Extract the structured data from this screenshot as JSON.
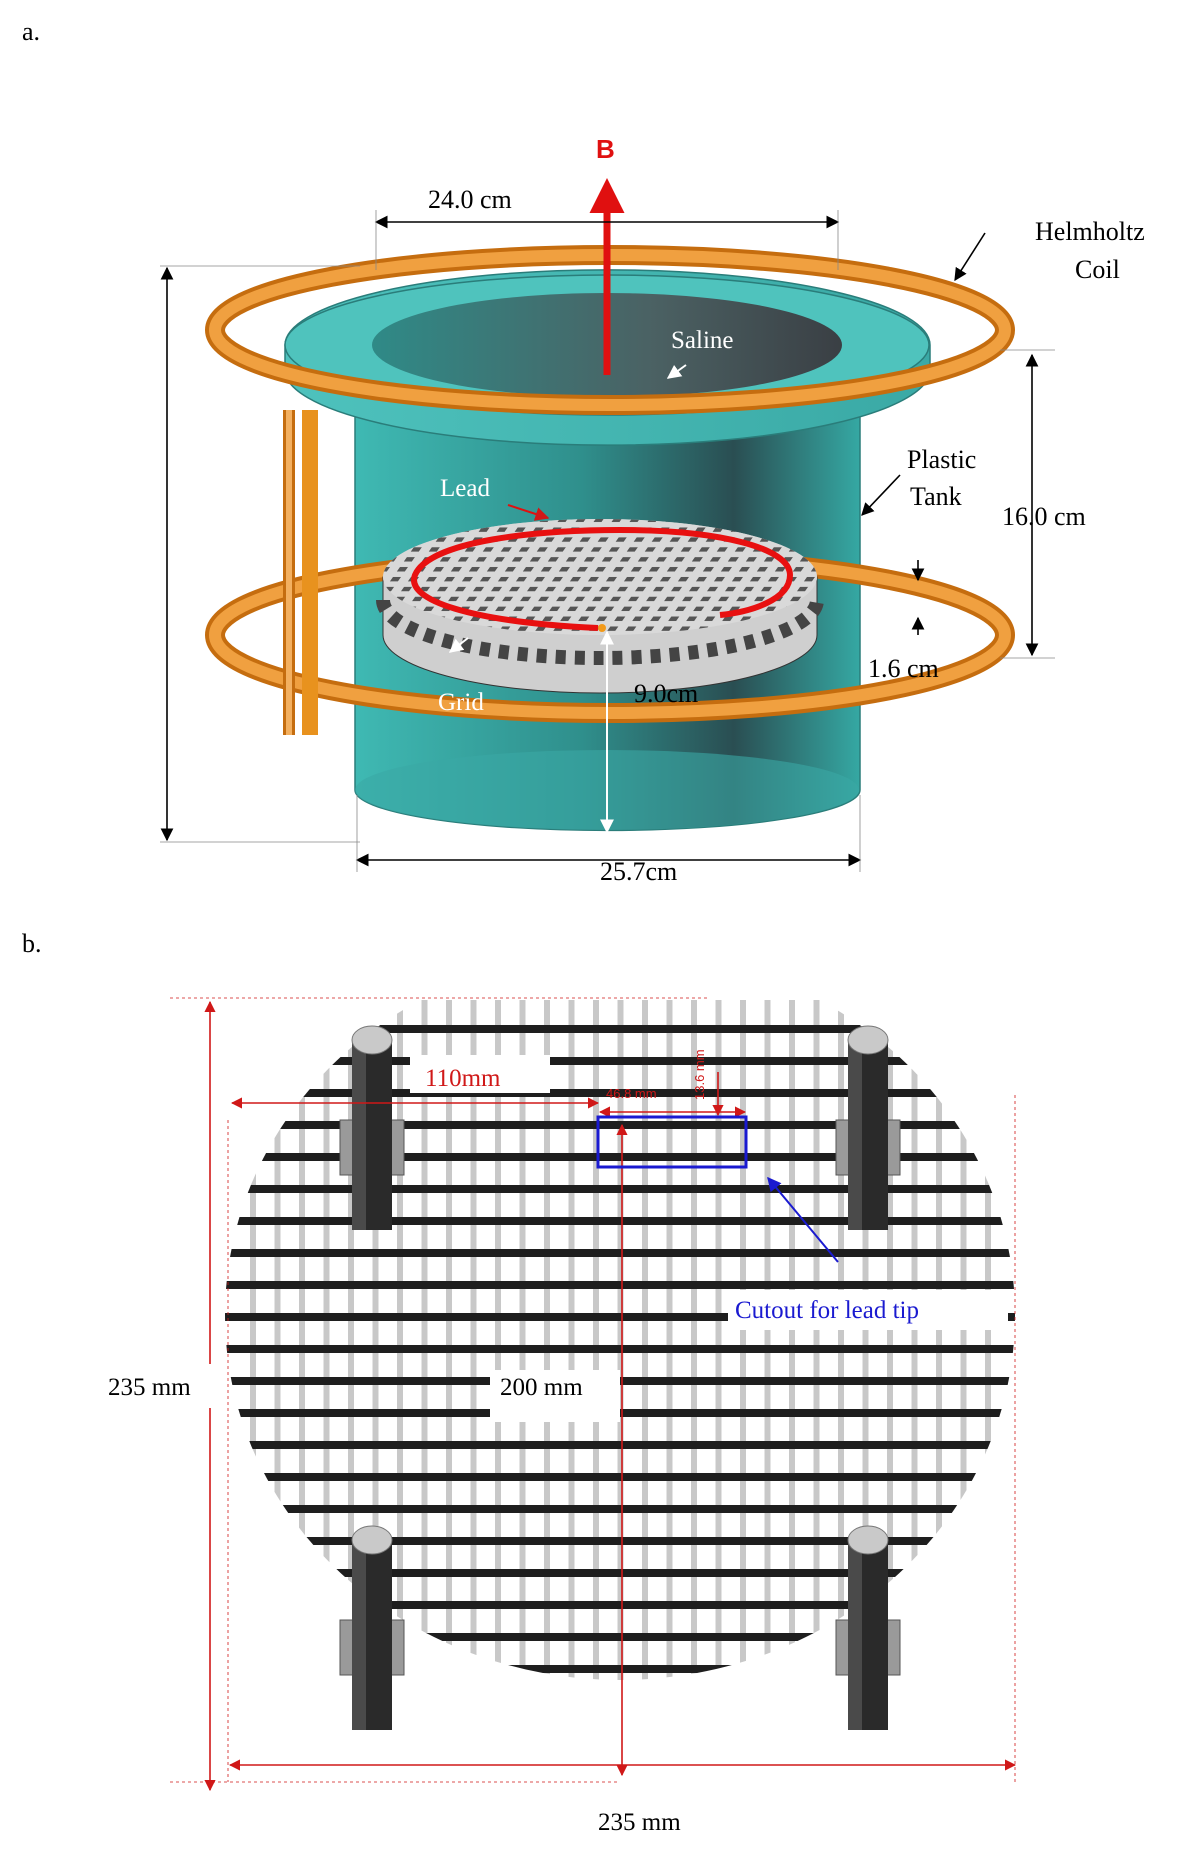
{
  "panels": {
    "a": {
      "label": "a.",
      "field_arrow_label": "B",
      "labels": {
        "helmholtz_line1": "Helmholtz",
        "helmholtz_line2": "Coil",
        "saline": "Saline",
        "plastic_line1": "Plastic",
        "plastic_line2": "Tank",
        "lead": "Lead",
        "grid": "Grid"
      },
      "dimensions": {
        "top_width": "24.0 cm",
        "coil_separation": "16.0 cm",
        "grid_thickness": "1.6 cm",
        "grid_height": "9.0cm",
        "tank_width": "25.7cm"
      }
    },
    "b": {
      "label": "b.",
      "labels": {
        "cutout": "Cutout for lead tip"
      },
      "dimensions": {
        "offset": "110mm",
        "cutout_width": "46.8 mm",
        "cutout_depth": "13.6 mm",
        "height": "235 mm",
        "inner": "200 mm",
        "width": "235 mm"
      }
    }
  },
  "colors": {
    "field_arrow": "#e01010",
    "dimension_red": "#d01818",
    "cutout_blue": "#1a1ad0",
    "coil_orange": "#e8921e",
    "saline_teal": "#3ab5b0",
    "lead_red": "#e81010"
  }
}
